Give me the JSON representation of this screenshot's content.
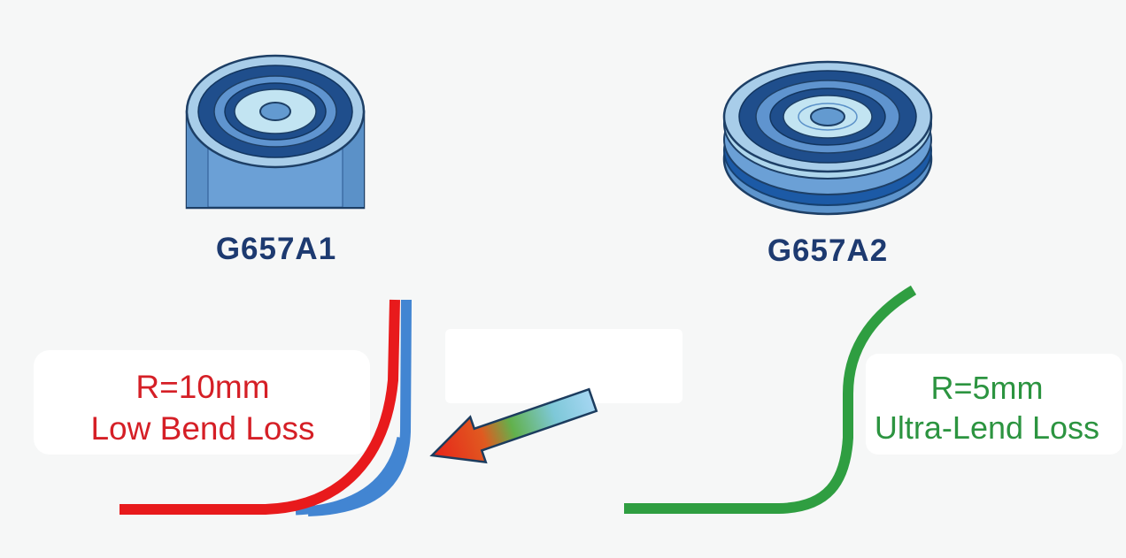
{
  "colors": {
    "background": "#f6f7f7",
    "panel": "#ffffff",
    "label_navy": "#1d3a70",
    "curve_red": "#e81a1c",
    "curve_blue": "#4285d2",
    "curve_green": "#2f9e41",
    "text_red": "#d51f26",
    "text_green": "#2c9440",
    "arrow_outline": "#1c3c5e",
    "fiber_outline": "#1d3f66",
    "fiber_light": "#a8cde9",
    "fiber_dark_ring": "#1f4e8c",
    "fiber_medium": "#6ba0d6",
    "fiber_pale": "#c2e4f2"
  },
  "fibers": {
    "left": {
      "label": "G657A1",
      "shape": "cylinder-fiber"
    },
    "right": {
      "label": "G657A2",
      "shape": "disc-fiber"
    }
  },
  "annotations": {
    "left": {
      "radius": "R=10mm",
      "caption": "Low Bend Loss"
    },
    "right": {
      "radius": "R=5mm",
      "caption": "Ultra-Lend Loss"
    }
  },
  "arrow": {
    "direction": "points-left",
    "gradient": {
      "head": "#e8231a",
      "warm": "#e05a20",
      "mid": "#62b14c",
      "cool": "#7ec8d8",
      "tail": "#a5d6f2"
    }
  }
}
